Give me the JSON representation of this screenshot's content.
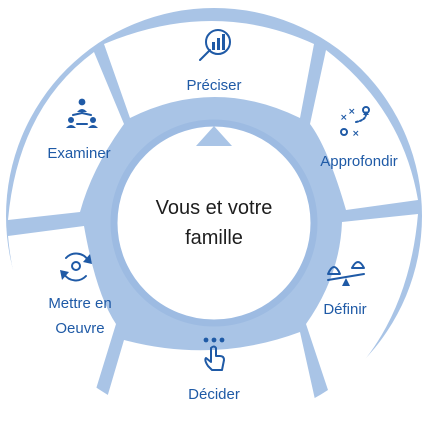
{
  "center": {
    "line1": "Vous et votre",
    "line2": "famille"
  },
  "segments": [
    {
      "label": "Préciser",
      "icon": "magnifier-chart-icon"
    },
    {
      "label": "Approfondir",
      "icon": "strategy-xo-icon"
    },
    {
      "label": "Définir",
      "icon": "balance-scale-icon"
    },
    {
      "label": "Décider",
      "icon": "tap-hand-icon"
    },
    {
      "label_line1": "Mettre en",
      "label_line2": "Oeuvre",
      "icon": "cycle-arrows-icon"
    },
    {
      "label": "Examiner",
      "icon": "people-hierarchy-icon"
    }
  ],
  "colors": {
    "ring": "#a9c4e6",
    "ring_stroke": "#9dbbe2",
    "segment_fill": "#ffffff",
    "accent": "#1f5aa6",
    "center_text": "#1e1e1e"
  }
}
